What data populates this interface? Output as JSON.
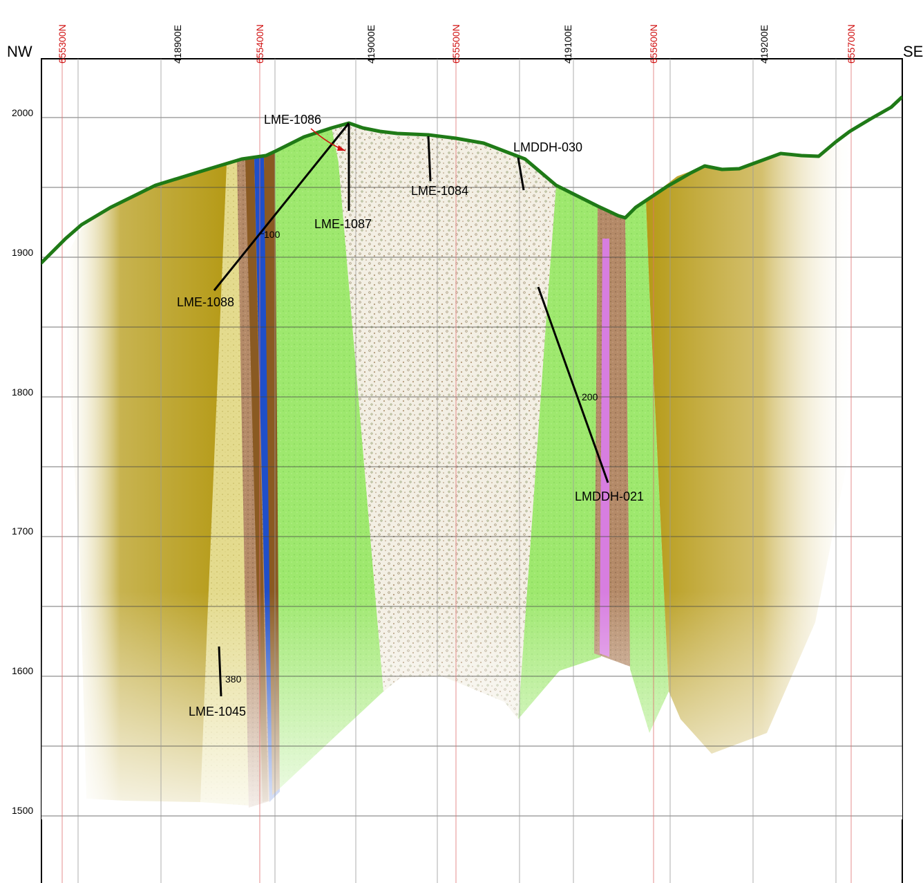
{
  "section": {
    "left_direction": "NW",
    "right_direction": "SE",
    "elevations": [
      "2000",
      "1900",
      "1800",
      "1700",
      "1600",
      "1500"
    ],
    "northings": [
      "655300N",
      "655400N",
      "655500N",
      "655600N",
      "655700N"
    ],
    "eastings": [
      "418900E",
      "419000E",
      "419100E",
      "419200E"
    ]
  },
  "drillholes": {
    "lme_1086": "LME-1086",
    "lme_1087": "LME-1087",
    "lme_1084": "LME-1084",
    "lmddh_030": "LMDDH-030",
    "lme_1088": "LME-1088",
    "lmddh_021": "LMDDH-021",
    "lme_1045": "LME-1045"
  },
  "depth_marks": {
    "d100": "100",
    "d200": "200",
    "d380": "380"
  },
  "colors": {
    "topography": "#1f7a17",
    "olive_unit": "#b59a16",
    "light_green_unit": "#9ee86e",
    "speckled_unit": "#f3efe4",
    "brown_unit": "#b48a68",
    "blue_unit": "#1f4fc9",
    "pink_unit": "#d77ee0",
    "buff_unit": "#e4db8e",
    "northing_line": "#e07070",
    "easting_line": "#9a9a9a"
  }
}
